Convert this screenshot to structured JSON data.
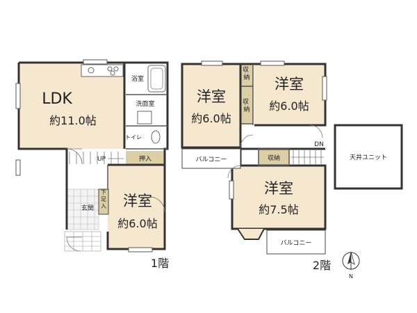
{
  "floor1": {
    "label": "1階",
    "ldk": {
      "name": "LDK",
      "area": "約11.0帖"
    },
    "bath": "浴室",
    "washroom": "洗面室",
    "toilet": "トイレ",
    "up": "UP",
    "closet": "押入",
    "entrance": "玄関",
    "shoe_storage": "下足入",
    "room": {
      "name": "洋室",
      "area": "約6.0帖"
    }
  },
  "floor2": {
    "label": "2階",
    "room_a": {
      "name": "洋室",
      "area": "約6.0帖"
    },
    "room_b": {
      "name": "洋室",
      "area": "約6.0帖"
    },
    "room_c": {
      "name": "洋室",
      "area": "約7.5帖"
    },
    "storage1": "収納",
    "storage2": "収納",
    "storage3": "収納",
    "balcony1": "バルコニー",
    "balcony2": "バルコニー",
    "down": "DN",
    "ceiling_unit": "天井ユニット"
  },
  "compass": {
    "north": "N"
  }
}
